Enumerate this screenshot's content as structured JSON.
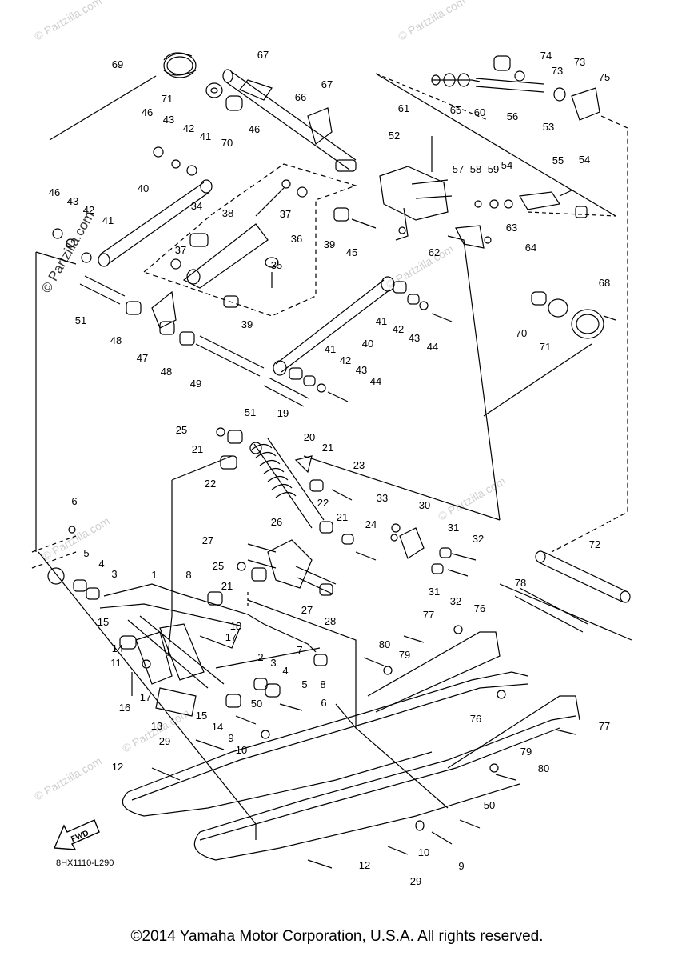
{
  "watermark": "© Partzilla.com",
  "diagram_code": "8HX1110-L290",
  "fwd_label": "FWD",
  "footer": "©2014 Yamaha Motor Corporation, U.S.A. All rights reserved.",
  "callouts": [
    "1",
    "2",
    "3",
    "4",
    "5",
    "6",
    "7",
    "8",
    "9",
    "10",
    "11",
    "12",
    "13",
    "14",
    "15",
    "16",
    "17",
    "18",
    "19",
    "20",
    "21",
    "22",
    "23",
    "24",
    "25",
    "26",
    "27",
    "28",
    "29",
    "30",
    "31",
    "32",
    "33",
    "34",
    "35",
    "36",
    "37",
    "38",
    "39",
    "40",
    "41",
    "42",
    "43",
    "44",
    "45",
    "46",
    "47",
    "48",
    "49",
    "50",
    "51",
    "52",
    "53",
    "54",
    "55",
    "56",
    "57",
    "58",
    "59",
    "60",
    "61",
    "62",
    "63",
    "64",
    "65",
    "66",
    "67",
    "68",
    "69",
    "70",
    "71",
    "72",
    "73",
    "74",
    "75",
    "76",
    "77",
    "78",
    "79",
    "80"
  ]
}
